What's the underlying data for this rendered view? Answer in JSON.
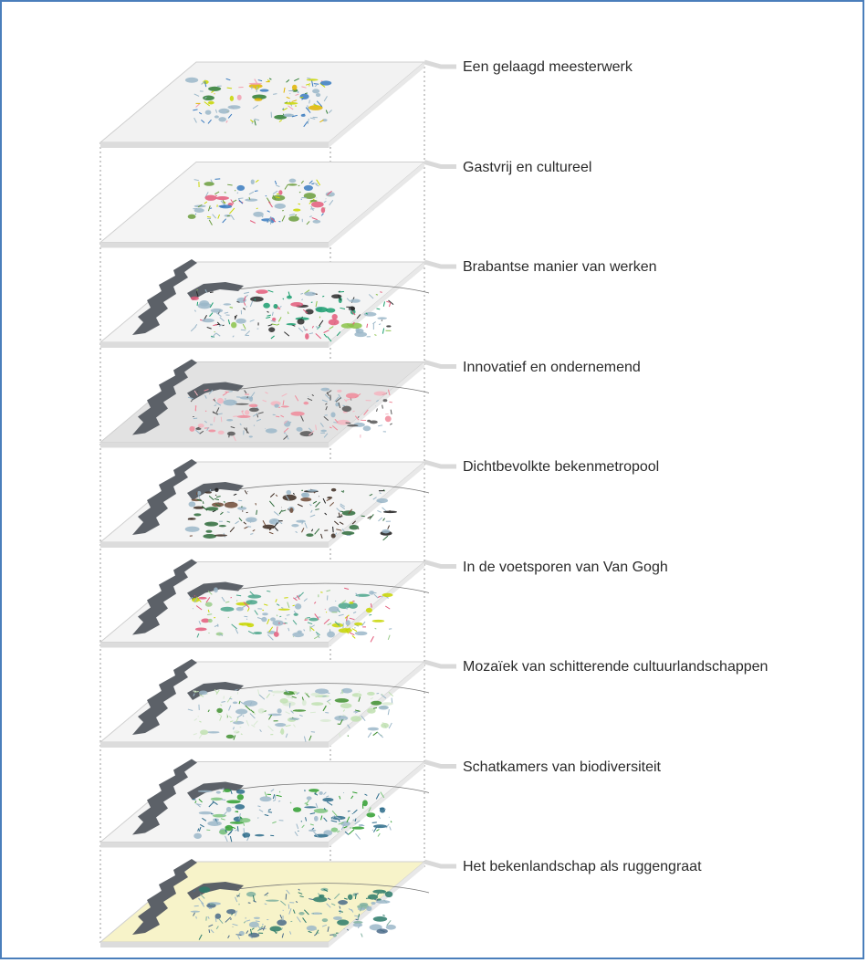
{
  "layers": [
    {
      "id": "meesterwerk",
      "label": "Een gelaagd meesterwerk",
      "style": "blob",
      "fill": "#f2f2f2",
      "accents": [
        "#c8d600",
        "#2e7d32",
        "#f2a0b0",
        "#3a7bbf",
        "#e0b400"
      ]
    },
    {
      "id": "gastvrij",
      "label": "Gastvrij en cultureel",
      "style": "blob",
      "fill": "#f4f4f4",
      "accents": [
        "#e35a7a",
        "#6a9c3c",
        "#c8d600",
        "#3a7bbf"
      ]
    },
    {
      "id": "werken",
      "label": "Brabantse manier van werken",
      "style": "map",
      "fill": "#f4f4f4",
      "accents": [
        "#1a9e6e",
        "#e35a7a",
        "#2b2b2b",
        "#8bc34a"
      ]
    },
    {
      "id": "innovatief",
      "label": "Innovatief en ondernemend",
      "style": "map",
      "fill": "#e2e2e2",
      "accents": [
        "#f08a9a",
        "#f4b5c0",
        "#555555"
      ]
    },
    {
      "id": "bekenmetropool",
      "label": "Dichtbevolkte bekenmetropool",
      "style": "map",
      "fill": "#f4f4f4",
      "accents": [
        "#3b2a20",
        "#2e6b3a",
        "#6e4a36",
        "#1a1a1a"
      ]
    },
    {
      "id": "vangogh",
      "label": "In de voetsporen van Van Gogh",
      "style": "map",
      "fill": "#f4f4f4",
      "accents": [
        "#e35a7a",
        "#4aa58a",
        "#9acb8a",
        "#c8d600"
      ]
    },
    {
      "id": "mozaiek",
      "label": "Mozaïek van schitterende cultuurlandschappen",
      "style": "map",
      "fill": "#f4f4f4",
      "accents": [
        "#3f8f2f",
        "#bfe0b0",
        "#d9ead3"
      ]
    },
    {
      "id": "biodiversiteit",
      "label": "Schatkamers van biodiversiteit",
      "style": "map",
      "fill": "#f4f4f4",
      "accents": [
        "#2f9e2f",
        "#2b6b8a",
        "#7cc47c"
      ]
    },
    {
      "id": "bekenlandschap",
      "label": "Het bekenlandschap als ruggengraat",
      "style": "map",
      "fill": "#f7f3c9",
      "accents": [
        "#2b7a6a",
        "#4a6a8a",
        "#7fb0a0"
      ]
    }
  ]
}
